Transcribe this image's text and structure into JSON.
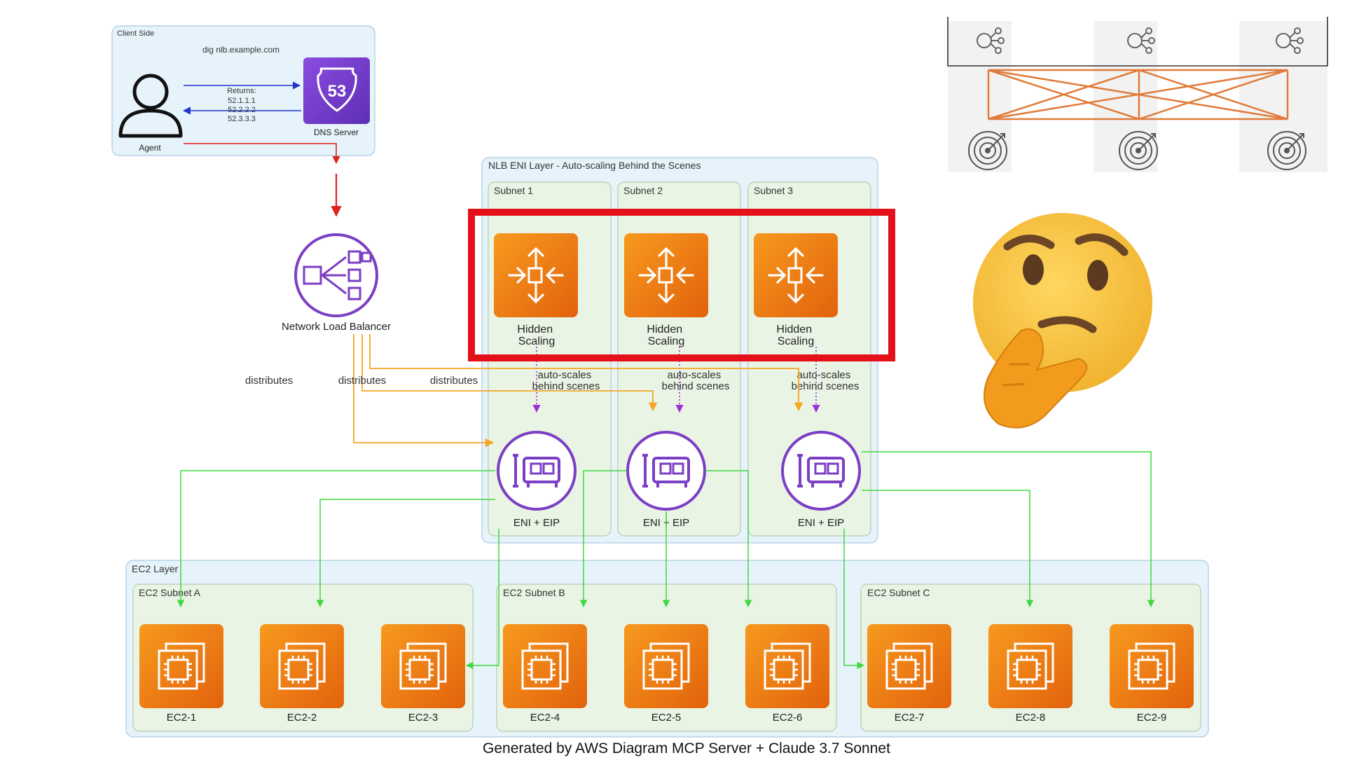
{
  "client": {
    "group_label": "Client Side",
    "dns_query": "dig nlb.example.com",
    "returns_title": "Returns:",
    "returned_ips": [
      "52.1.1.1",
      "52.2.2.2",
      "52.3.3.3"
    ],
    "agent_label": "Agent",
    "dns_label": "DNS Server",
    "dns_badge": "53"
  },
  "nlb": {
    "label": "Network Load Balancer",
    "edge_labels": [
      "distributes",
      "distributes",
      "distributes"
    ]
  },
  "eni_layer": {
    "title": "NLB ENI Layer - Auto-scaling Behind the Scenes",
    "subnets": [
      {
        "name": "Subnet 1",
        "scaling_label": "Hidden Scaling",
        "edge_label": "auto-scales behind scenes",
        "eni_label": "ENI + EIP"
      },
      {
        "name": "Subnet 2",
        "scaling_label": "Hidden Scaling",
        "edge_label": "auto-scales behind scenes",
        "eni_label": "ENI + EIP"
      },
      {
        "name": "Subnet 3",
        "scaling_label": "Hidden Scaling",
        "edge_label": "auto-scales behind scenes",
        "eni_label": "ENI + EIP"
      }
    ]
  },
  "ec2_layer": {
    "title": "EC2 Layer",
    "subnets": [
      {
        "name": "EC2 Subnet A",
        "instances": [
          "EC2-1",
          "EC2-2",
          "EC2-3"
        ]
      },
      {
        "name": "EC2 Subnet B",
        "instances": [
          "EC2-4",
          "EC2-5",
          "EC2-6"
        ]
      },
      {
        "name": "EC2 Subnet C",
        "instances": [
          "EC2-7",
          "EC2-8",
          "EC2-9"
        ]
      }
    ]
  },
  "footer": "Generated by AWS Diagram MCP Server + Claude 3.7 Sonnet",
  "colors": {
    "accent_orange": "#e8700f",
    "aws_purple": "#7b3fc4",
    "highlight_red": "#e5111a",
    "edge_green": "#3fd83f",
    "edge_orange": "#f5a623",
    "edge_red": "#e0201c",
    "edge_blue": "#2233cc"
  },
  "icons": {
    "agent": "user-icon",
    "dns": "route53-icon",
    "nlb": "network-load-balancer-icon",
    "scaling": "auto-scaling-icon",
    "eni": "network-interface-icon",
    "ec2": "ec2-instance-icon",
    "inset": "cross-zone-load-balancing-icon",
    "emoji": "thinking-face-emoji"
  }
}
